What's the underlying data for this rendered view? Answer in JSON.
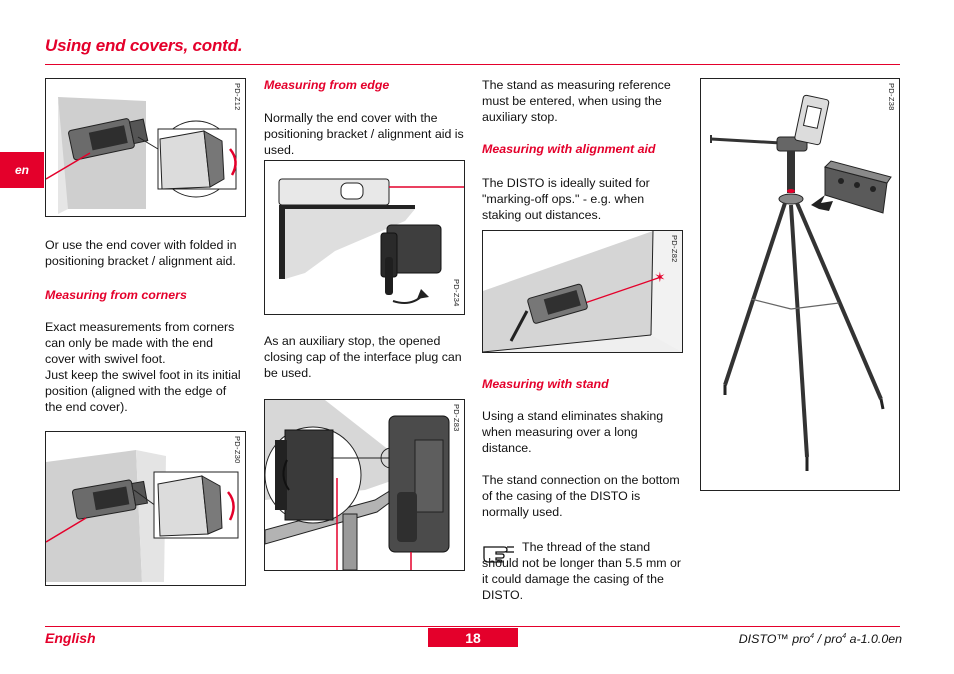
{
  "header": {
    "title": "Using end covers, contd."
  },
  "sidebar": {
    "language_tab": "en"
  },
  "figures": {
    "pd_z12": "PD-Z12",
    "pd_z30": "PD-Z30",
    "pd_z34": "PD-Z34",
    "pd_z83": "PD-Z83",
    "pd_z82": "PD-Z82",
    "pd_z38": "PD-Z38"
  },
  "column1": {
    "folded_bracket": "Or use the end cover with folded in positioning bracket / alignment aid.",
    "corners_heading": "Measuring from corners",
    "corners_p1": "Exact measurements from corners can only be made with the end cover with swivel foot.",
    "corners_p2": "Just keep the swivel foot in its initial position (aligned with the edge of the end cover)."
  },
  "column2": {
    "edge_heading": "Measuring from edge",
    "edge_p1": "Normally the end cover with the positioning bracket / alignment aid is used.",
    "aux_stop": "As an auxiliary stop, the opened closing cap of the interface plug can be used."
  },
  "column3": {
    "stand_reference": "The stand as measuring reference must be entered, when using the auxiliary stop.",
    "alignment_heading": "Measuring with alignment aid",
    "alignment_p1": "The DISTO is ideally suited for \"marking-off ops.\" - e.g. when staking out distances.",
    "stand_heading": "Measuring with stand",
    "stand_p1": "Using a stand eliminates shaking when measuring over a long distance.",
    "stand_p2": "The stand connection on the bottom of the casing of the DISTO is normally used.",
    "note": "The thread of the stand should not be longer than 5.5 mm or it could damage the casing of the DISTO."
  },
  "footer": {
    "language": "English",
    "page_number": "18",
    "doc_prefix": "DISTO™ pro",
    "sup1": "4",
    "doc_mid": " / pro",
    "sup2": "4",
    "doc_suffix": " a-1.0.0en"
  },
  "colors": {
    "accent": "#e4002b",
    "text": "#111111",
    "border": "#222222"
  }
}
